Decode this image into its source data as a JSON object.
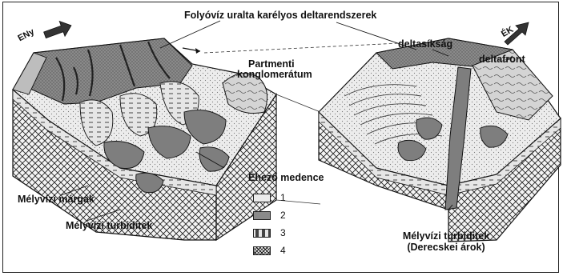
{
  "labels": {
    "top_title": "Folyóvíz uralta karélyos deltarendszerek",
    "shore_conglomerate_1": "Partmenti",
    "shore_conglomerate_2": "konglomerátum",
    "starved_basin": "Éhező medence",
    "deep_marls": "Mélyvízi márgák",
    "deep_turbidites_left": "Mélyvízi turbiditek",
    "delta_plain": "deltasíkság",
    "delta_front": "deltafront",
    "deep_turbidites_right_1": "Mélyvízi turbiditek",
    "deep_turbidites_right_2": "(Derecskei árok)"
  },
  "compass": {
    "left": "ENy",
    "right": "ÉK"
  },
  "legend": [
    {
      "number": "1"
    },
    {
      "number": "2"
    },
    {
      "number": "3"
    },
    {
      "number": "4"
    }
  ],
  "colors": {
    "land_dark": "#6b6b6b",
    "land_mid": "#9a9a9a",
    "light_fill": "#d9d9d9",
    "outline": "#111111"
  }
}
